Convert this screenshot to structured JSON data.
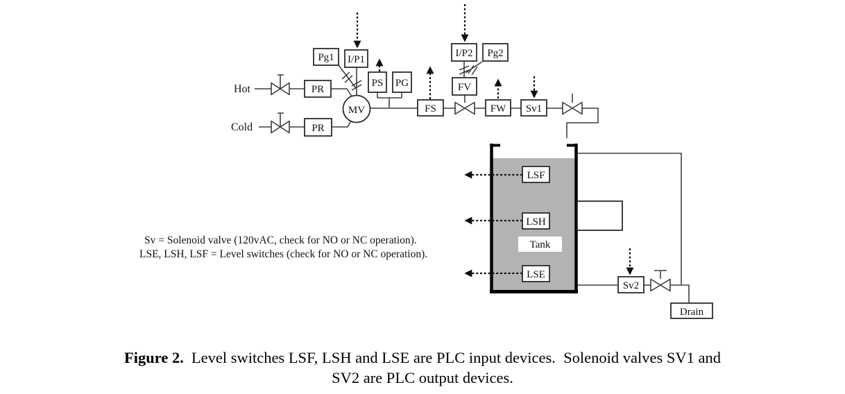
{
  "diagram": {
    "supply": {
      "hot": "Hot",
      "cold": "Cold"
    },
    "labels": {
      "pg1": "Pg1",
      "ip1": "I/P1",
      "ps": "PS",
      "pg": "PG",
      "ip2": "I/P2",
      "pg2": "Pg2",
      "fv": "FV",
      "fs": "FS",
      "fw": "FW",
      "sv1": "Sv1",
      "pr_hot": "PR",
      "pr_cold": "PR",
      "mv": "MV",
      "lsf": "LSF",
      "lsh": "LSH",
      "lse": "LSE",
      "tank": "Tank",
      "sv2": "Sv2",
      "drain": "Drain"
    },
    "colors": {
      "tank_fill": "#b3b3b3",
      "line": "#3f3f3f",
      "signal": "#101010",
      "wall": "#000000"
    }
  },
  "notes": {
    "line1": "Sv = Solenoid valve (120vAC, check for NO or NC operation).",
    "line2": "LSE, LSH, LSF = Level switches (check for NO or NC operation)."
  },
  "caption": {
    "label": "Figure 2.",
    "line1": "Level switches LSF, LSH and LSE are PLC input devices.  Solenoid valves SV1 and",
    "line2": "SV2 are PLC output devices."
  }
}
